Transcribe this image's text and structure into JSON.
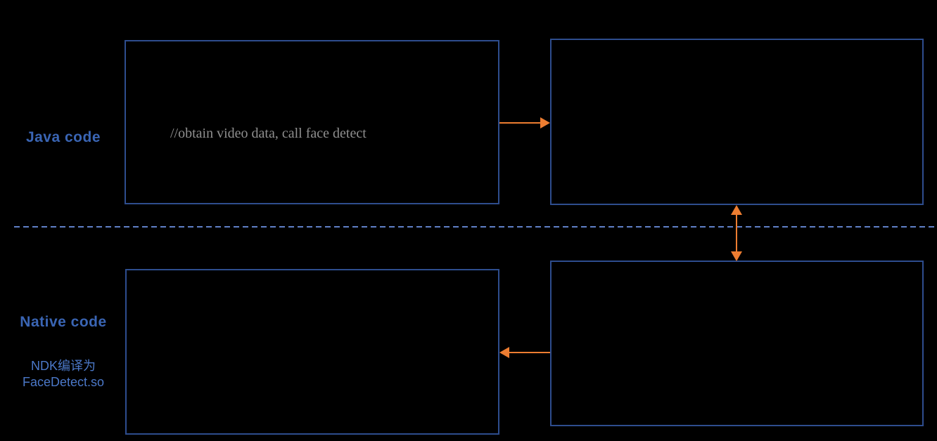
{
  "colors": {
    "background": "#000000",
    "box_border": "#2e4d8e",
    "dashed_line": "#6080c8",
    "label_blue": "#3a65b4",
    "sub_label_blue": "#4b78c8",
    "comment_gray": "#8f8f8f",
    "arrow_orange": "#ed7d31"
  },
  "labels": {
    "java_section": "Java code",
    "native_section": "Native code",
    "ndk_line1": "NDK编译为",
    "ndk_line2": "FaceDetect.so"
  },
  "boxes": {
    "java_code_box": {
      "comment": "//obtain video data, call face detect"
    }
  }
}
